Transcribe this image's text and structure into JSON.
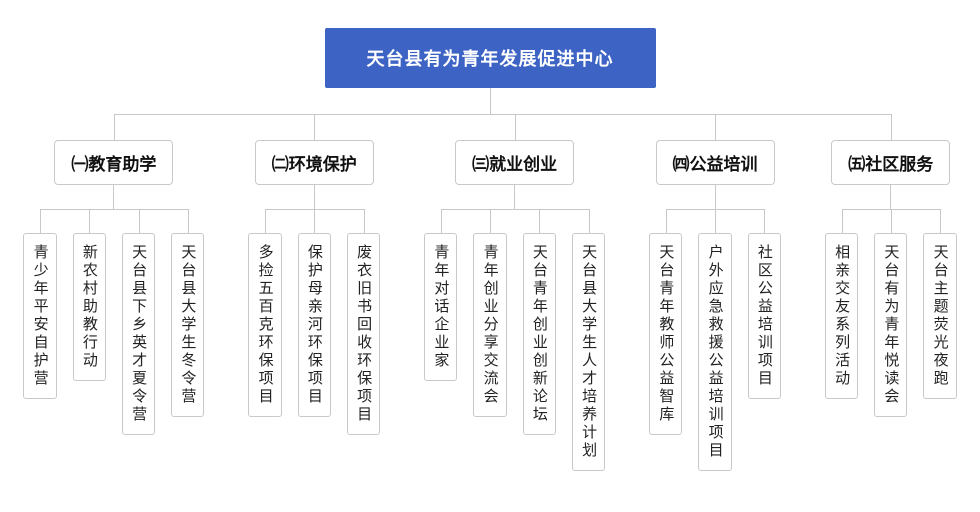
{
  "root": {
    "title": "天台县有为青年发展促进中心"
  },
  "colors": {
    "root_background": "#3d63c4",
    "root_text": "#ffffff",
    "connector_line": "#c8c8c8",
    "node_border": "#c9c9c9"
  },
  "branches": [
    {
      "label": "㈠教育助学",
      "children": [
        "青少年平安自护营",
        "新农村助教行动",
        "天台县下乡英才夏令营",
        "天台县大学生冬令营"
      ]
    },
    {
      "label": "㈡环境保护",
      "children": [
        "多捡五百克环保项目",
        "保护母亲河环保项目",
        "废衣旧书回收环保项目"
      ]
    },
    {
      "label": "㈢就业创业",
      "children": [
        "青年对话企业家",
        "青年创业分享交流会",
        "天台青年创业创新论坛",
        "天台县大学生人才培养计划"
      ]
    },
    {
      "label": "㈣公益培训",
      "children": [
        "天台青年教师公益智库",
        "户外应急救援公益培训项目",
        "社区公益培训项目"
      ]
    },
    {
      "label": "㈤社区服务",
      "children": [
        "相亲交友系列活动",
        "天台有为青年悦读会",
        "天台主题荧光夜跑"
      ]
    }
  ]
}
